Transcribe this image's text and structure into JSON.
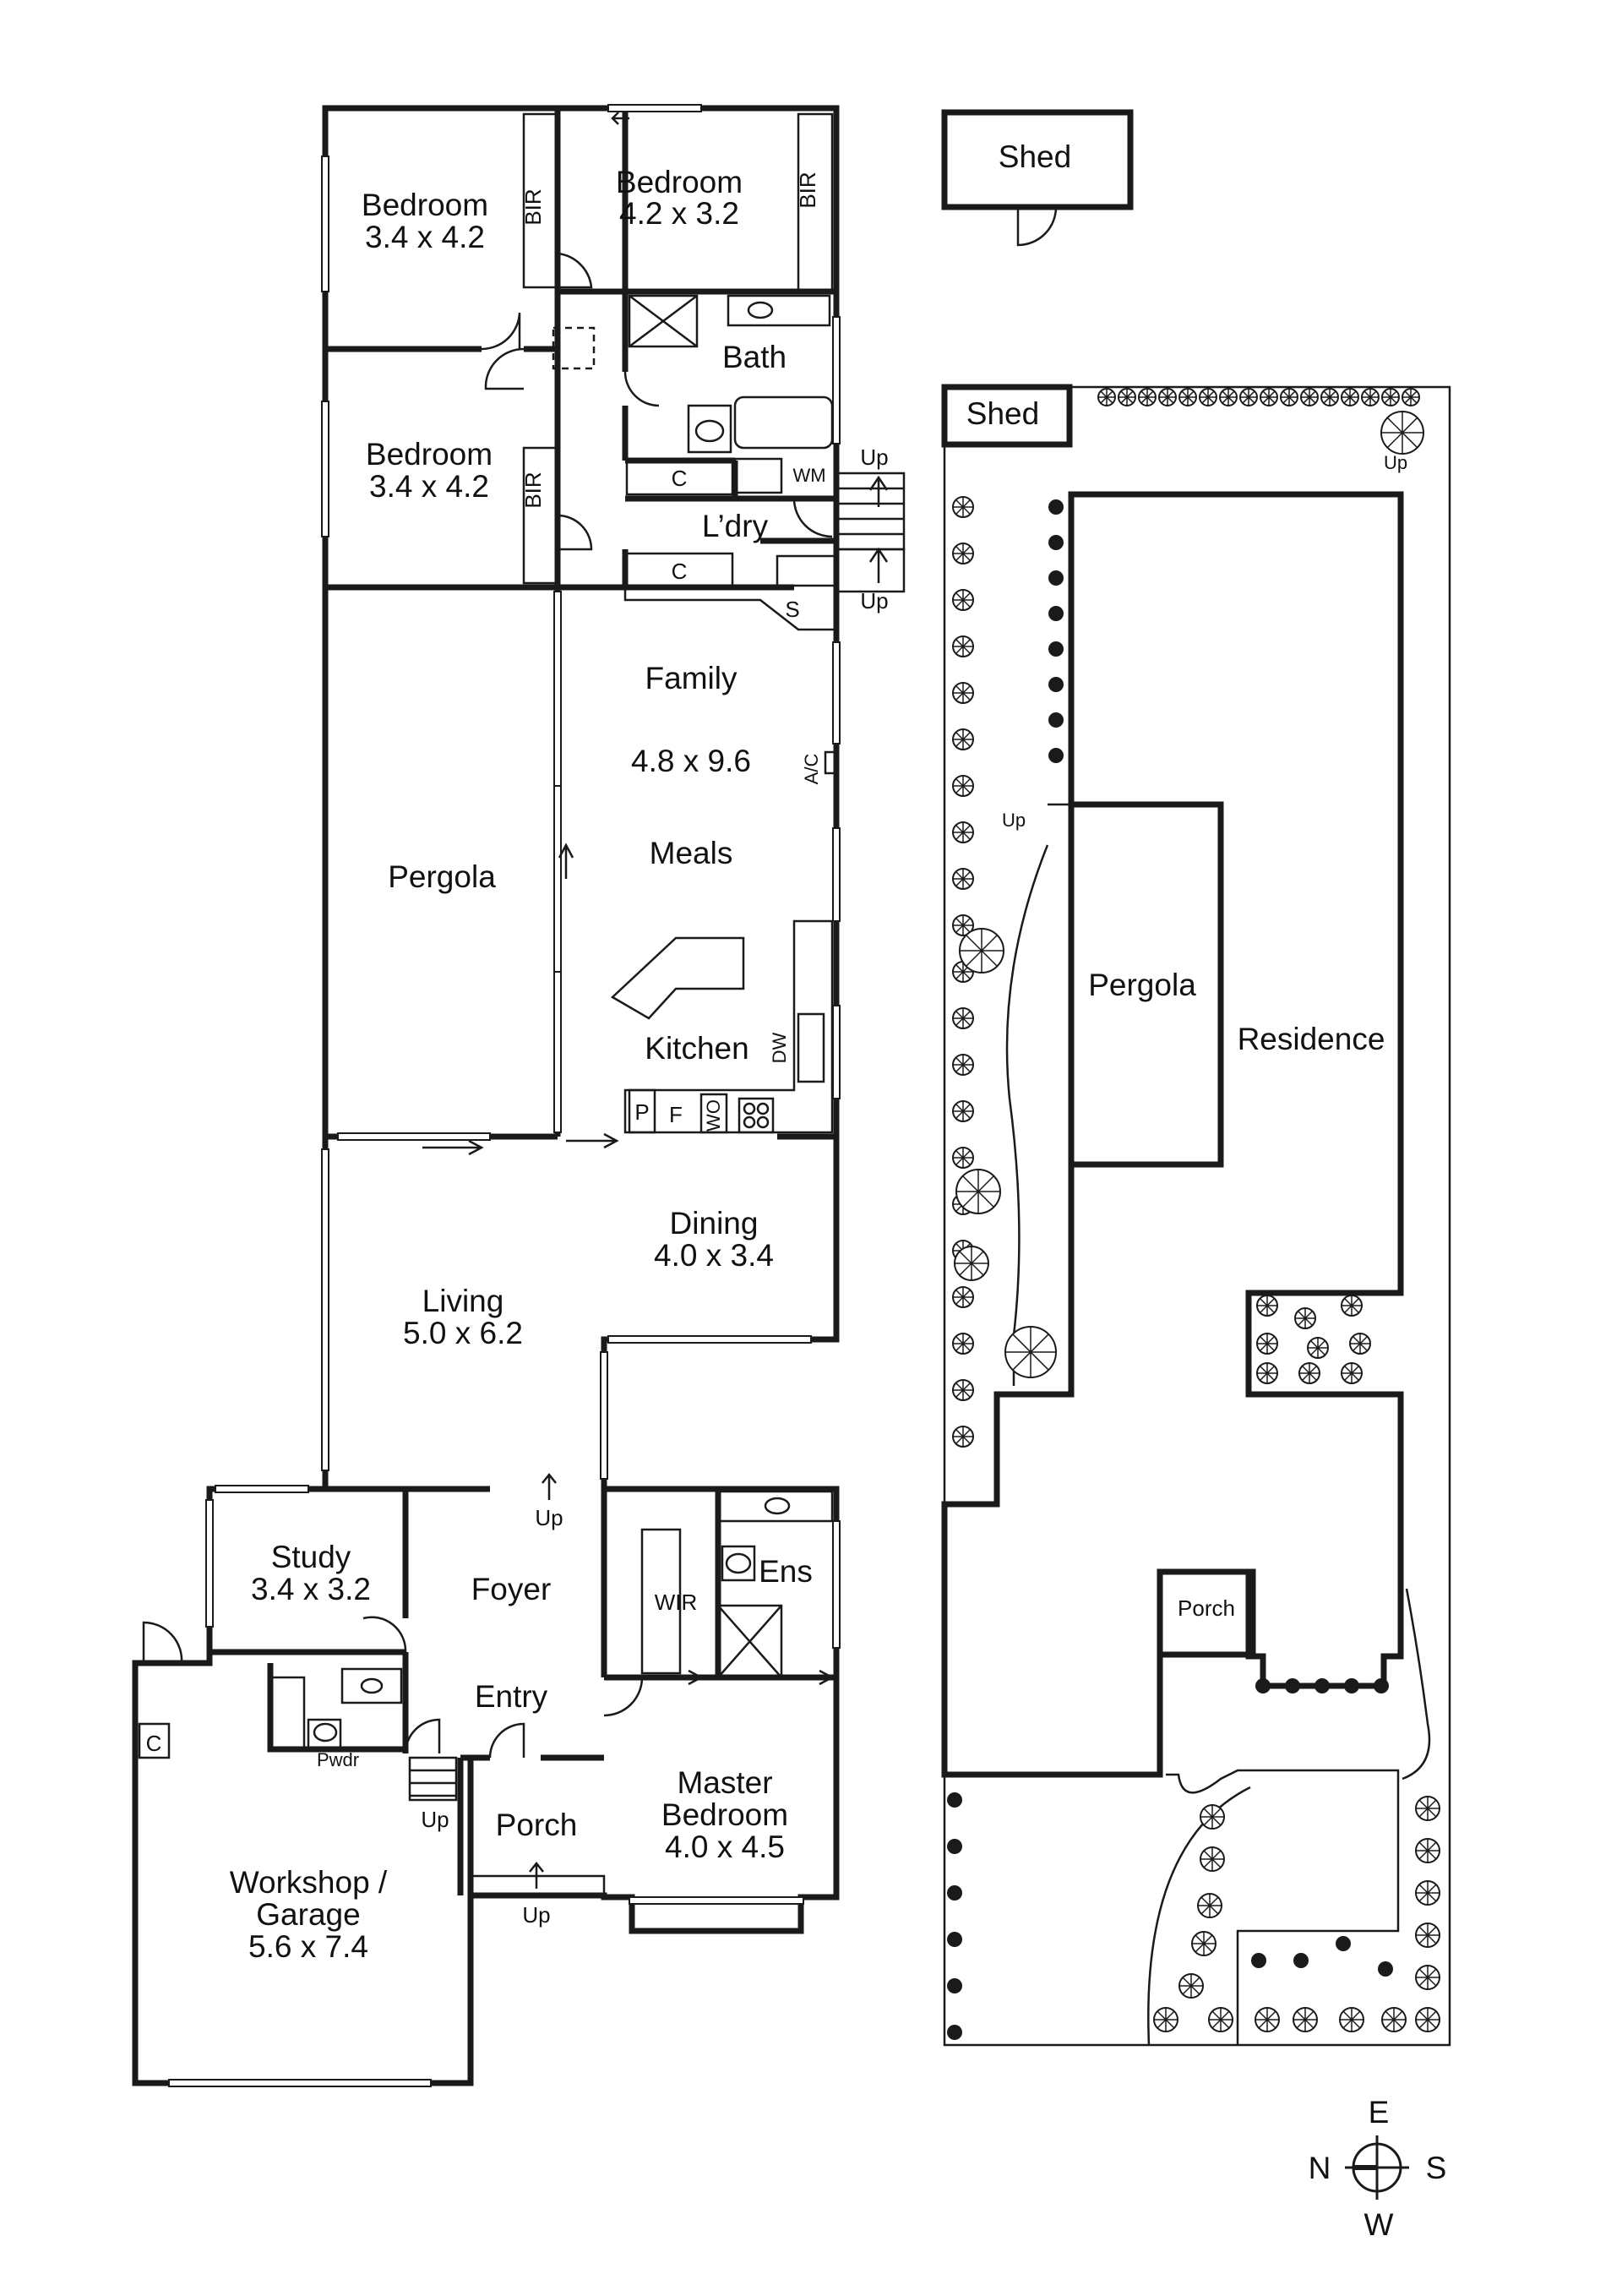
{
  "floor_plan": {
    "rooms": {
      "bedroom_1": {
        "name": "Bedroom",
        "size": "3.4 x 4.2"
      },
      "bedroom_2": {
        "name": "Bedroom",
        "size": "4.2 x 3.2"
      },
      "bedroom_3": {
        "name": "Bedroom",
        "size": "3.4 x 4.2"
      },
      "bath": {
        "name": "Bath"
      },
      "laundry": {
        "name": "L’dry"
      },
      "family": {
        "name": "Family",
        "size": "4.8 x 9.6"
      },
      "meals": {
        "name": "Meals"
      },
      "kitchen": {
        "name": "Kitchen"
      },
      "pergola": {
        "name": "Pergola"
      },
      "dining": {
        "name": "Dining",
        "size": "4.0 x 3.4"
      },
      "living": {
        "name": "Living",
        "size": "5.0 x 6.2"
      },
      "study": {
        "name": "Study",
        "size": "3.4 x 3.2"
      },
      "foyer": {
        "name": "Foyer"
      },
      "entry": {
        "name": "Entry"
      },
      "wir": {
        "name": "WIR"
      },
      "ensuite": {
        "name": "Ens"
      },
      "master_bedroom": {
        "name_line1": "Master",
        "name_line2": "Bedroom",
        "size": "4.0 x 4.5"
      },
      "porch": {
        "name": "Porch"
      },
      "powder": {
        "name": "Pwdr"
      },
      "garage": {
        "name_line1": "Workshop /",
        "name_line2": "Garage",
        "size": "5.6 x 7.4"
      }
    },
    "fixtures": {
      "bir": "BIR",
      "cupboard": "C",
      "washing_machine": "WM",
      "sink": "S",
      "air_con": "A/C",
      "dishwasher": "DW",
      "pantry": "P",
      "fridge": "F",
      "wall_oven": "WO",
      "stairs_up": "Up"
    }
  },
  "shed": {
    "name": "Shed"
  },
  "site_plan": {
    "shed": "Shed",
    "pergola": "Pergola",
    "residence": "Residence",
    "porch": "Porch",
    "up": "Up"
  },
  "compass": {
    "north": "N",
    "east": "E",
    "south": "S",
    "west": "W"
  }
}
